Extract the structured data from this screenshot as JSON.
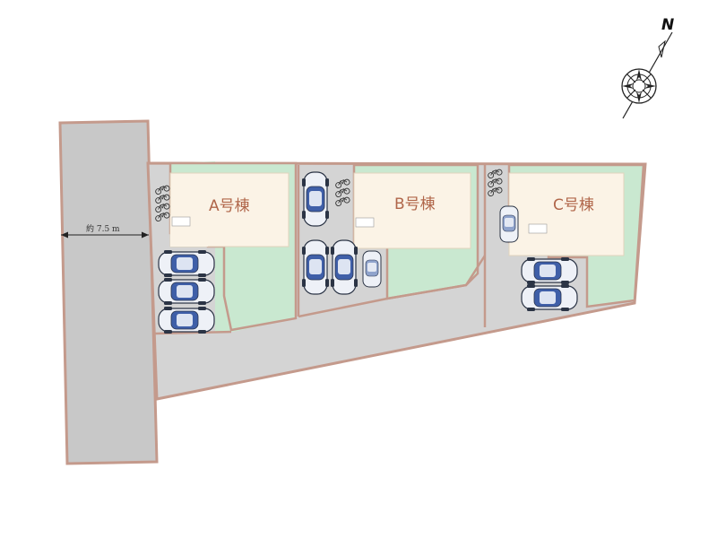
{
  "map": {
    "buildings": [
      {
        "label": "A号棟"
      },
      {
        "label": "B号棟"
      },
      {
        "label": "C号棟"
      }
    ],
    "road_width_label": "約 7.5 m",
    "north_label": "N",
    "colors": {
      "road": "#c8c8c8",
      "driveway": "#d4d4d4",
      "lot_border": "#c49a8c",
      "garden": "#c9e8d0",
      "building": "#fbf3e6",
      "building_label": "#b0664a",
      "car_body": "#eef1f7",
      "car_glass": "#3f5fa8"
    },
    "icons": [
      "compass-icon",
      "car-icon",
      "bicycle-icon"
    ]
  }
}
